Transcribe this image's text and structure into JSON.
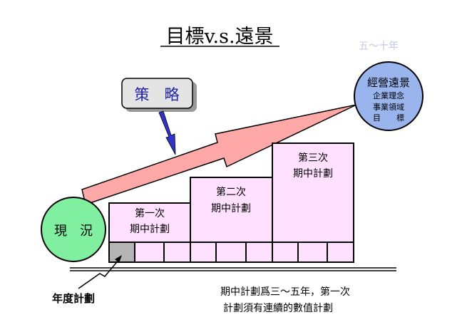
{
  "title": "目標v.s.遠景",
  "timeframe": "五～十年",
  "strategy": "策　略",
  "current": "現　況",
  "vision": {
    "lines": [
      "經營遠景",
      "企業理念",
      "事業領域",
      "目　　標"
    ]
  },
  "plans": [
    {
      "line1": "第一次",
      "line2": "期中計劃"
    },
    {
      "line1": "第二次",
      "line2": "期中計劃"
    },
    {
      "line1": "第三次",
      "line2": "期中計劃"
    }
  ],
  "annual_plan": "年度計劃",
  "note": {
    "line1": "期中計劃爲三～五年，第一次",
    "line2": "計劃須有連續的數值計劃"
  },
  "colors": {
    "current": "#80f0a0",
    "vision": "#9ab4ee",
    "plan": "#ffe0ff",
    "arrow": "#ffa8a8",
    "strategy_arrow": "#3333cc",
    "annual_cell": "#b4b4b4"
  }
}
